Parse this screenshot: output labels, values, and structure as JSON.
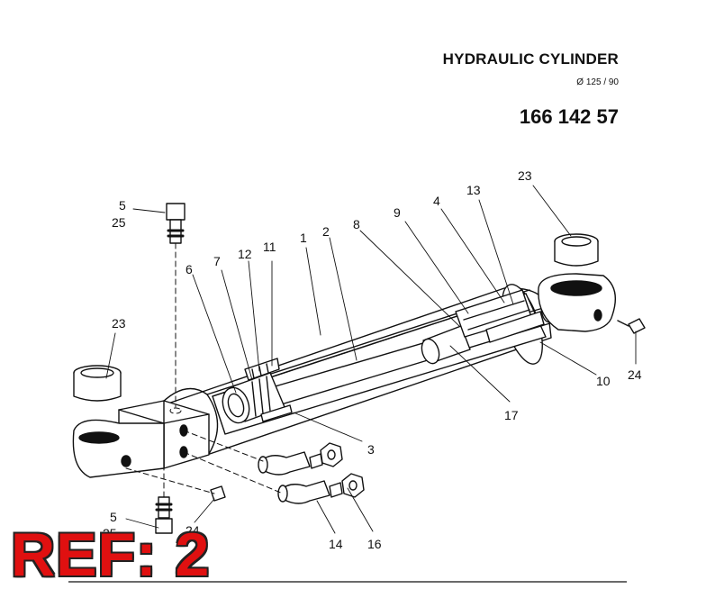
{
  "header": {
    "title": "HYDRAULIC CYLINDER",
    "subtitle": "Ø 125 / 90",
    "part_number": "166 142 57"
  },
  "watermark": {
    "ref_text": "REF: 2"
  },
  "callouts": {
    "c1": "1",
    "c2": "2",
    "c3": "3",
    "c4": "4",
    "c5a": "5",
    "c5b": "5",
    "c6": "6",
    "c7": "7",
    "c8": "8",
    "c9": "9",
    "c10": "10",
    "c11": "11",
    "c12": "12",
    "c13": "13",
    "c14": "14",
    "c16": "16",
    "c17": "17",
    "c23a": "23",
    "c23b": "23",
    "c24a": "24",
    "c24b": "24",
    "c25a": "25",
    "c25b": "25"
  }
}
